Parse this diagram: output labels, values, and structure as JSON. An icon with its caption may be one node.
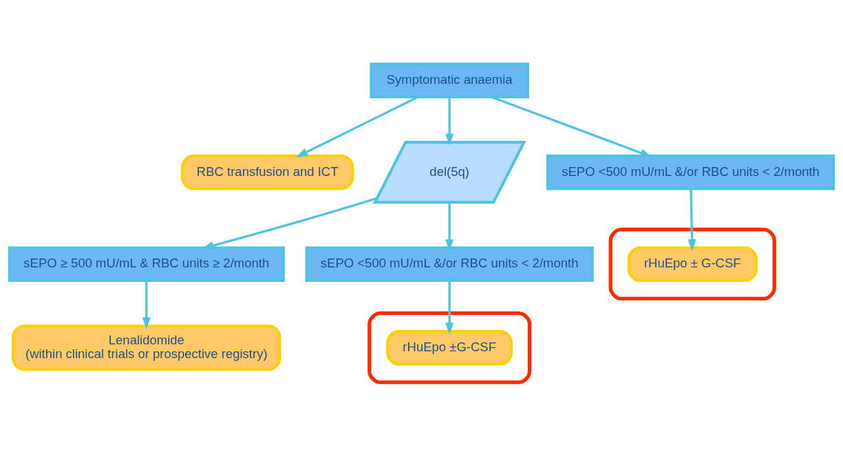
{
  "diagram": {
    "nodes": [
      {
        "text": [
          "Symptomatic anaemia"
        ]
      },
      {
        "text": [
          "RBC transfusion and ICT"
        ]
      },
      {
        "text": [
          "del(5q)"
        ]
      },
      {
        "text": [
          "sEPO <500 mU/mL &/or RBC units < 2/month"
        ]
      },
      {
        "text": [],
        "shape": "ellipse"
      },
      {
        "text": [
          "rHuEpo ± G-CSF"
        ],
        "in": 4
      },
      {
        "text": [
          "sEPO ≥ 500 mU/mL & RBC units ≥ 2/month"
        ]
      },
      {
        "text": [
          "sEPO <500 mU/mL &/or RBC units < 2/month"
        ]
      },
      {
        "text": [
          "Lenalidomide",
          "(within clinical trials or prospective registry)"
        ]
      },
      {
        "text": [],
        "shape": "ellipse"
      },
      {
        "text": [
          "rHuEpo ±G-CSF"
        ],
        "in": 9
      }
    ],
    "edges": [
      {
        "from": 0,
        "to": 1,
        "arrow": "to"
      },
      {
        "from": 0,
        "to": 2,
        "arrow": "to"
      },
      {
        "from": 0,
        "to": 3,
        "arrow": "to"
      },
      {
        "from": 3,
        "to": 5,
        "arrow": "to"
      },
      {
        "from": 2,
        "to": 6,
        "arrow": "to"
      },
      {
        "from": 2,
        "to": 7,
        "arrow": "to"
      },
      {
        "from": 6,
        "to": 8,
        "arrow": "to"
      },
      {
        "from": 7,
        "to": 10,
        "arrow": "to"
      }
    ]
  }
}
